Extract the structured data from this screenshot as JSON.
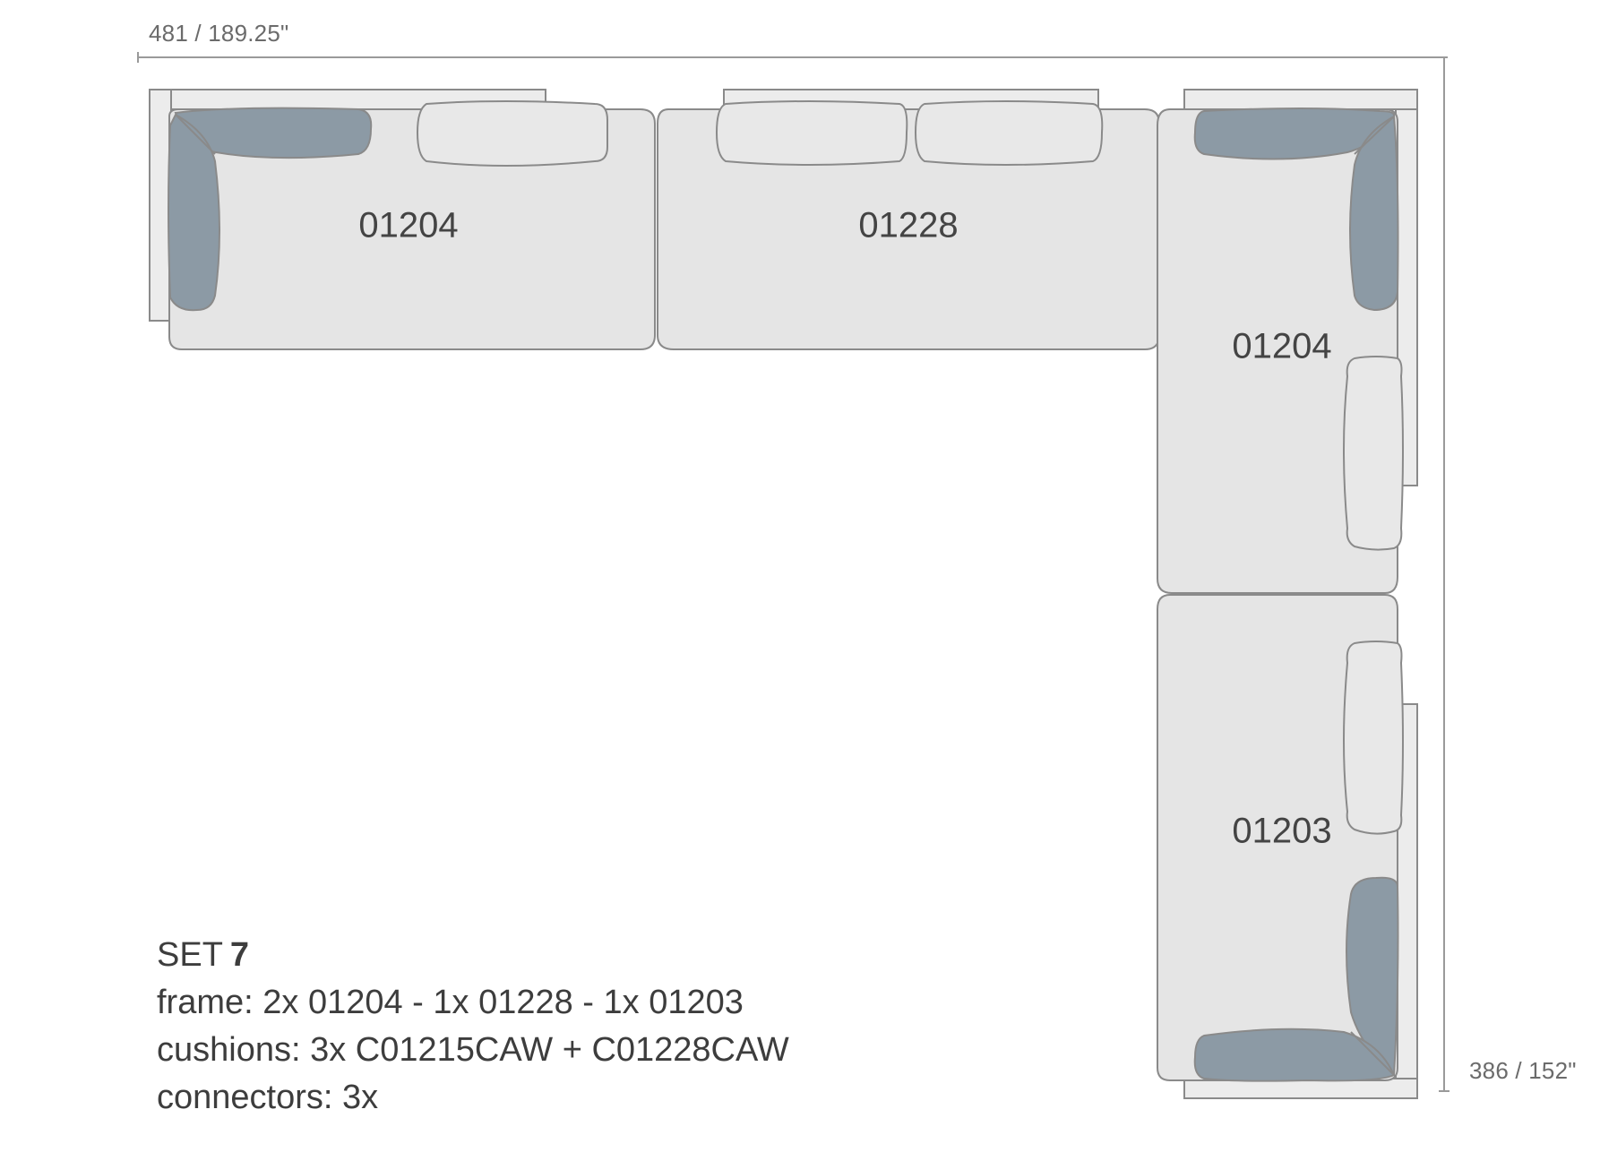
{
  "dimensions": {
    "width_label": "481 / 189.25\"",
    "depth_label": "386 / 152\""
  },
  "modules": [
    {
      "code": "01204"
    },
    {
      "code": "01228"
    },
    {
      "code": "01204"
    },
    {
      "code": "01203"
    }
  ],
  "specs": {
    "set_label": "SET",
    "set_number": "7",
    "frame": "frame: 2x 01204 - 1x 01228 - 1x 01203",
    "cushions": "cushions: 3x C01215CAW + C01228CAW",
    "connectors": "connectors: 3x"
  },
  "colors": {
    "seat_fill": "#e5e5e5",
    "outline": "#8a8a8a",
    "dark_cushion": "#8c9aa5",
    "frame_fill": "#ececec"
  }
}
